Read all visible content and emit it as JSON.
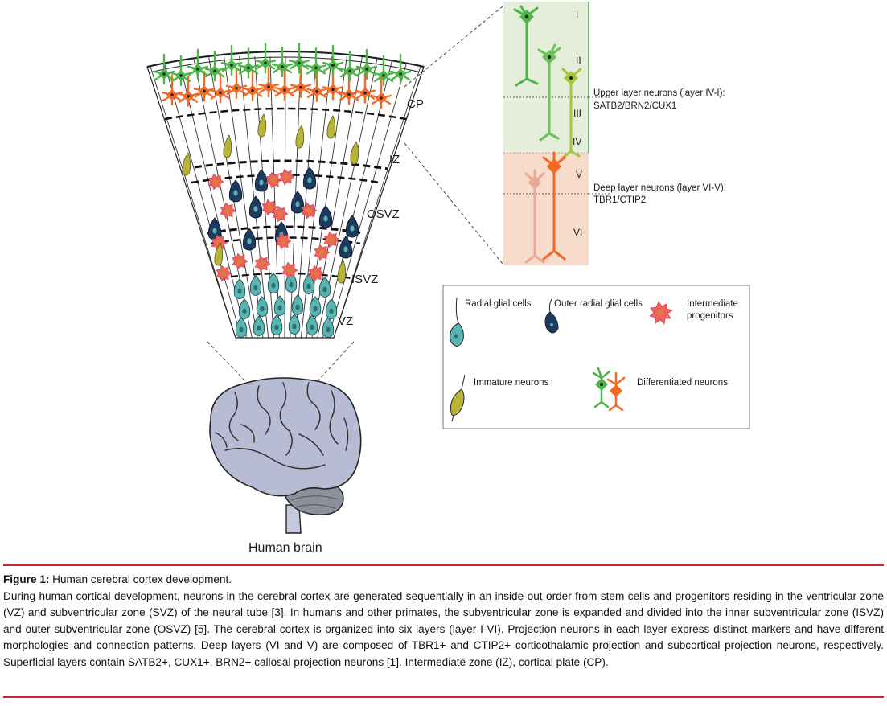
{
  "zones": [
    "CP",
    "IZ",
    "OSVZ",
    "ISVZ",
    "VZ"
  ],
  "brain_label": "Human brain",
  "layers": {
    "roman": [
      "I",
      "II",
      "III",
      "IV",
      "V",
      "VI"
    ],
    "upper_title": "Upper layer neurons (layer IV-I):",
    "upper_markers": "SATB2/BRN2/CUX1",
    "deep_title": "Deep layer neurons (layer VI-V):",
    "deep_markers": "TBR1/CTIP2"
  },
  "legend": {
    "radial_glial": "Radial glial cells",
    "outer_radial_glial": "Outer radial glial cells",
    "intermediate_1": "Intermediate",
    "intermediate_2": "progenitors",
    "immature": "Immature neurons",
    "differentiated": "Differentiated neurons"
  },
  "colors": {
    "upper_bg": "#e4eedb",
    "deep_bg": "#f8dccb",
    "neuron_green": "#4cb748",
    "neuron_orange": "#f26a26",
    "radial_glia": "#5ab4b2",
    "outer_radial_glia": "#1e3a5f",
    "immature": "#b8b43a",
    "progenitor": "#ef6060",
    "brain": "#b7bcd4",
    "rule": "#c62828"
  },
  "caption": {
    "label": "Figure 1:",
    "title": " Human cerebral cortex development.",
    "body": "During human cortical development, neurons in the cerebral cortex are generated sequentially in an inside-out order from stem cells and progenitors residing in the ventricular zone (VZ) and subventricular zone (SVZ) of the neural tube [3]. In humans and other primates, the subventricular zone is expanded and divided into the inner subventricular zone (ISVZ) and outer subventricular zone (OSVZ) [5]. The cerebral cortex is organized into six layers (layer I-VI). Projection neurons in each layer express distinct markers and have different morphologies and connection patterns.  Deep layers (VI and V) are composed of TBR1+ and CTIP2+ corticothalamic projection and subcortical projection neurons, respectively.  Superficial layers contain SATB2+, CUX1+, BRN2+ callosal projection neurons [1]. Intermediate zone (IZ), cortical plate (CP)."
  }
}
